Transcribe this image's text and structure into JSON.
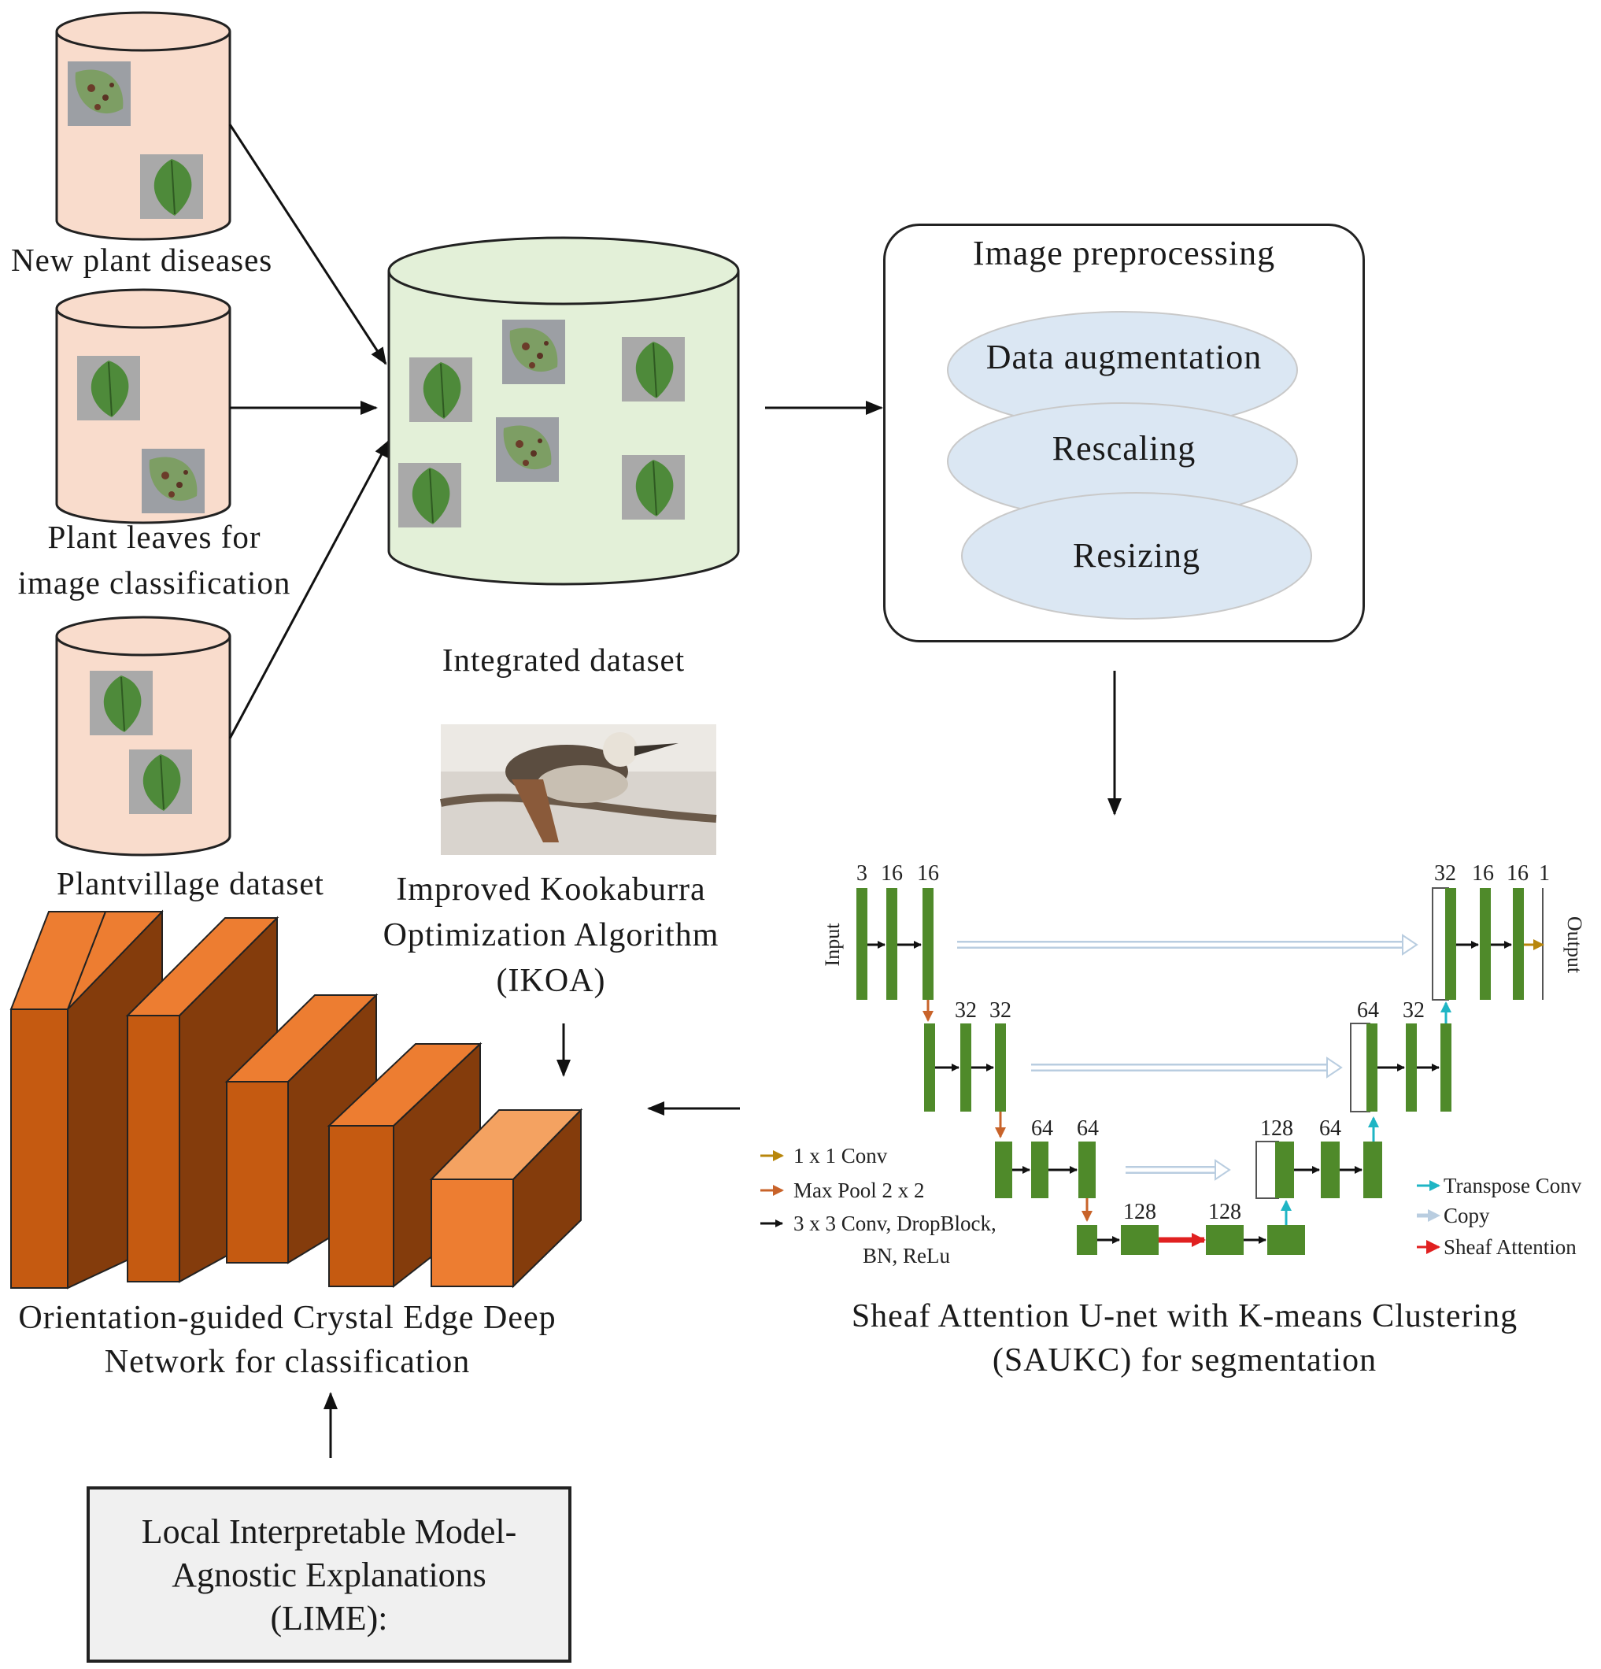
{
  "sources": [
    {
      "label": "New plant diseases"
    },
    {
      "label_line1": "Plant leaves for",
      "label_line2": "image classification"
    },
    {
      "label": "Plantvillage dataset"
    }
  ],
  "integrated": {
    "label": "Integrated dataset"
  },
  "preprocessing": {
    "title": "Image preprocessing",
    "steps": [
      "Data augmentation",
      "Rescaling",
      "Resizing"
    ]
  },
  "ikoa": {
    "line1": "Improved Kookaburra",
    "line2": "Optimization Algorithm",
    "line3": "(IKOA)"
  },
  "unet": {
    "input_label": "Input",
    "output_label": "Output",
    "enc1": [
      "3",
      "16",
      "16"
    ],
    "enc2": [
      "32",
      "32"
    ],
    "enc3": [
      "64",
      "64"
    ],
    "bottleneck": [
      "128",
      "128"
    ],
    "dec3": [
      "128",
      "64"
    ],
    "dec2": [
      "64",
      "32"
    ],
    "dec1": [
      "32",
      "16",
      "16",
      "1"
    ],
    "legend_left": [
      {
        "text": "1 x 1 Conv",
        "color": "#b8860b"
      },
      {
        "text": "Max Pool 2 x 2",
        "color": "#c8632a"
      },
      {
        "text": "3 x 3 Conv, DropBlock,",
        "text2": "BN, ReLu",
        "color": "#111111"
      }
    ],
    "legend_right": [
      {
        "text": "Transpose Conv",
        "color": "#1fb5c4"
      },
      {
        "text": "Copy",
        "color": "#b9cde0"
      },
      {
        "text": "Sheaf Attention",
        "color": "#e02020"
      }
    ],
    "caption_line1": "Sheaf Attention U-net with K-means Clustering",
    "caption_line2": "(SAUKC) for segmentation"
  },
  "classifier": {
    "line1": "Orientation-guided Crystal Edge Deep",
    "line2": "Network  for classification"
  },
  "lime": {
    "line1": "Local Interpretable Model-",
    "line2": "Agnostic Explanations",
    "line3": "(LIME):"
  },
  "colors": {
    "source_db": "#f9dccc",
    "integrated_db": "#e3f0d8",
    "ellipse": "#dbe7f3",
    "unet_block": "#4f8a2a",
    "cnn_front": "#c55a11",
    "cnn_top": "#ed7d31",
    "cnn_side": "#843c0c"
  }
}
